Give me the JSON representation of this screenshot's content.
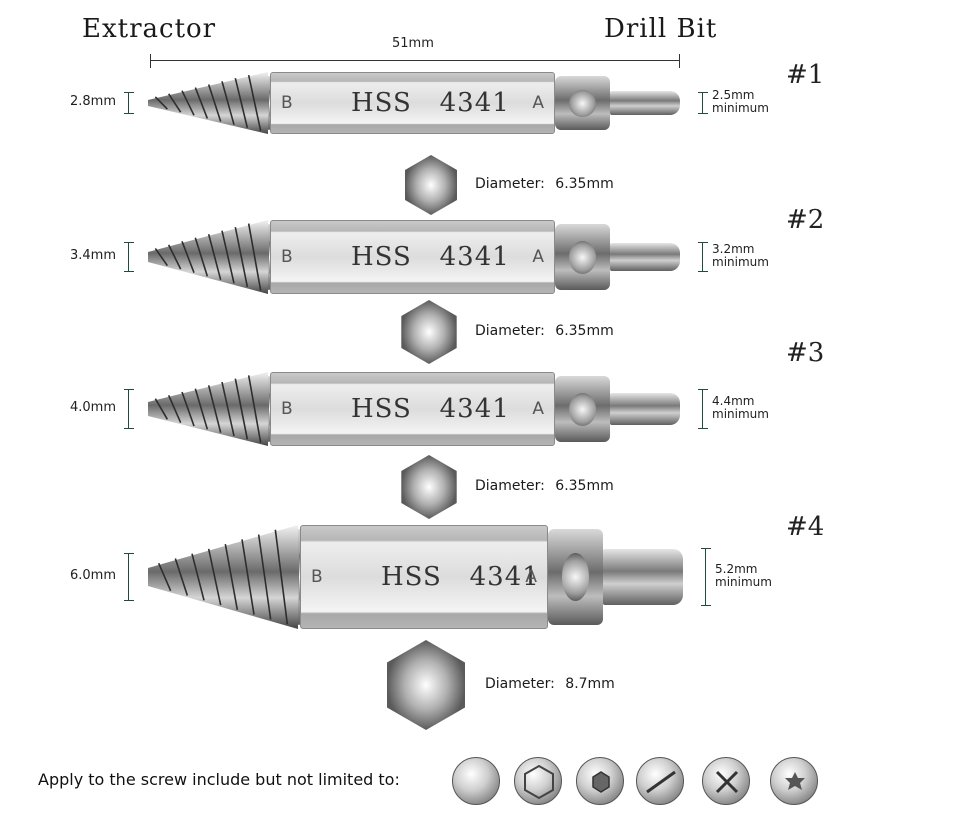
{
  "header": {
    "left": "Extractor",
    "right": "Drill Bit",
    "length": "51mm"
  },
  "bits": [
    {
      "number": "#1",
      "extractor_size": "2.8mm",
      "drill_size": "2.5mm",
      "drill_note": "minimum",
      "shaft_text": "HSS  4341",
      "end_b": "B",
      "end_a": "A",
      "diameter_label": "Diameter:",
      "diameter_value": "6.35mm"
    },
    {
      "number": "#2",
      "extractor_size": "3.4mm",
      "drill_size": "3.2mm",
      "drill_note": "minimum",
      "shaft_text": "HSS  4341",
      "end_b": "B",
      "end_a": "A",
      "diameter_label": "Diameter:",
      "diameter_value": "6.35mm"
    },
    {
      "number": "#3",
      "extractor_size": "4.0mm",
      "drill_size": "4.4mm",
      "drill_note": "minimum",
      "shaft_text": "HSS  4341",
      "end_b": "B",
      "end_a": "A",
      "diameter_label": "Diameter:",
      "diameter_value": "6.35mm"
    },
    {
      "number": "#4",
      "extractor_size": "6.0mm",
      "drill_size": "5.2mm",
      "drill_note": "minimum",
      "shaft_text": "HSS  4341",
      "end_b": "B",
      "end_a": "A",
      "diameter_label": "Diameter:",
      "diameter_value": "8.7mm"
    }
  ],
  "footer": {
    "apply_text": "Apply to the screw include but not limited to:",
    "screw_icons": [
      "round-head-screw-icon",
      "hex-head-screw-icon",
      "hex-socket-screw-icon",
      "slotted-screw-icon",
      "phillips-screw-icon",
      "torx-screw-icon"
    ]
  },
  "colors": {
    "bracket": "#1f4c3f",
    "steel_light": "#eeeeee",
    "steel_dark": "#5a5a5a"
  }
}
